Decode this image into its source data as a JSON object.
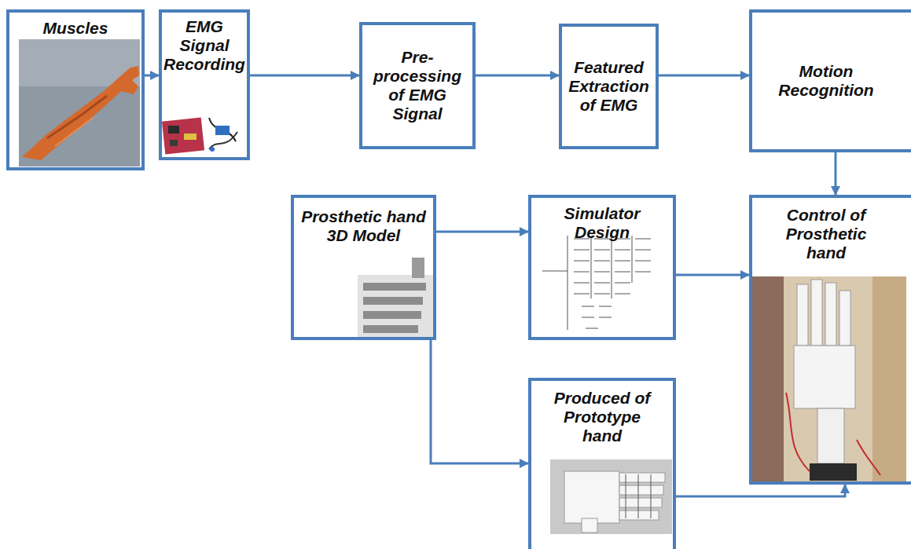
{
  "diagram": {
    "nodes": [
      {
        "text": [
          "Muscles"
        ]
      },
      {
        "text": [
          "EMG Signal Recording"
        ]
      },
      {
        "text": [
          "Pre-processing of EMG Signal"
        ]
      },
      {
        "text": [
          "Featured Extraction of EMG"
        ]
      },
      {
        "text": [
          "Motion Recognition"
        ]
      },
      {
        "text": [
          "Prosthetic hand 3D Model"
        ]
      },
      {
        "text": [
          "Simulator Design"
        ]
      },
      {
        "text": [
          "Control of Prosthetic hand"
        ]
      },
      {
        "text": [
          "Produced of Prototype hand"
        ]
      }
    ],
    "edges": [
      {
        "from": 0,
        "to": 1,
        "arrow": "to"
      },
      {
        "from": 1,
        "to": 2,
        "arrow": "to"
      },
      {
        "from": 2,
        "to": 3,
        "arrow": "to"
      },
      {
        "from": 3,
        "to": 4,
        "arrow": "to"
      },
      {
        "from": 4,
        "to": 7,
        "arrow": "to"
      },
      {
        "from": 5,
        "to": 6,
        "arrow": "to"
      },
      {
        "from": 6,
        "to": 7,
        "arrow": "to"
      },
      {
        "from": 5,
        "to": 8,
        "arrow": "to"
      },
      {
        "from": 8,
        "to": 7,
        "arrow": "to"
      }
    ]
  }
}
